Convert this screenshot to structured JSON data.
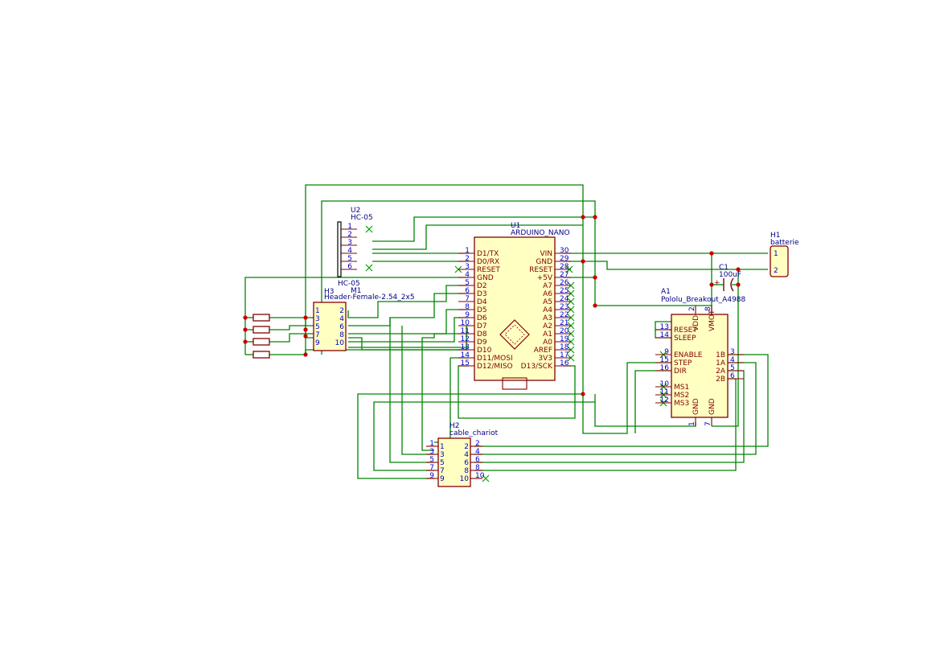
{
  "components": {
    "u2": {
      "ref": "U2",
      "value": "HC-05",
      "value2": "HC-05",
      "pins": [
        "1",
        "2",
        "3",
        "4",
        "5",
        "6"
      ]
    },
    "u1": {
      "ref": "U1",
      "value": "ARDUINO_NANO",
      "left_nums": [
        "1",
        "2",
        "3",
        "4",
        "5",
        "6",
        "7",
        "8",
        "9",
        "10",
        "11",
        "12",
        "13",
        "14",
        "15"
      ],
      "left_names": [
        "D1/TX",
        "D0/RX",
        "RESET",
        "GND",
        "D2",
        "D3",
        "D4",
        "D5",
        "D6",
        "D7",
        "D8",
        "D9",
        "D10",
        "D11/MOSI",
        "D12/MISO"
      ],
      "right_nums": [
        "30",
        "29",
        "28",
        "27",
        "26",
        "25",
        "24",
        "23",
        "22",
        "21",
        "20",
        "19",
        "18",
        "17",
        "16"
      ],
      "right_names": [
        "VIN",
        "GND",
        "RESET",
        "+5V",
        "A7",
        "A6",
        "A5",
        "A4",
        "A3",
        "A2",
        "A1",
        "A0",
        "AREF",
        "3V3",
        "D13/SCK"
      ]
    },
    "h3": {
      "ref": "H3",
      "ref2": "M1",
      "value": "Header-Female-2.54_2x5",
      "left": [
        "1",
        "3",
        "5",
        "7",
        "9"
      ],
      "right": [
        "2",
        "4",
        "6",
        "8",
        "10"
      ]
    },
    "h1": {
      "ref": "H1",
      "value": "batterie",
      "pins": [
        "1",
        "2"
      ]
    },
    "c1": {
      "ref": "C1",
      "value": "100uF",
      "plus": "+"
    },
    "a1": {
      "ref": "A1",
      "value": "Pololu_Breakout_A4988",
      "top_nums": [
        "2",
        "8"
      ],
      "top_names": [
        "VDD",
        "VMOT"
      ],
      "left_nums": [
        "13",
        "14",
        "9",
        "15",
        "16",
        "10",
        "11",
        "12"
      ],
      "left_names": [
        "RESET",
        "SLEEP",
        "ENABLE",
        "STEP",
        "DIR",
        "MS1",
        "MS2",
        "MS3"
      ],
      "right_nums": [
        "3",
        "4",
        "5",
        "6"
      ],
      "right_names": [
        "1B",
        "1A",
        "2A",
        "2B"
      ],
      "bottom_nums": [
        "1",
        "7"
      ],
      "bottom_names": [
        "GND",
        "GND"
      ]
    },
    "h2": {
      "ref": "H2",
      "value": "cable_chariot",
      "outer_left": [
        "1",
        "3",
        "5",
        "7",
        "9"
      ],
      "inner_left": [
        "1",
        "3",
        "5",
        "7",
        "9"
      ],
      "inner_right": [
        "2",
        "4",
        "6",
        "8",
        "10"
      ],
      "outer_right": [
        "2",
        "4",
        "6",
        "8",
        "10"
      ]
    }
  }
}
